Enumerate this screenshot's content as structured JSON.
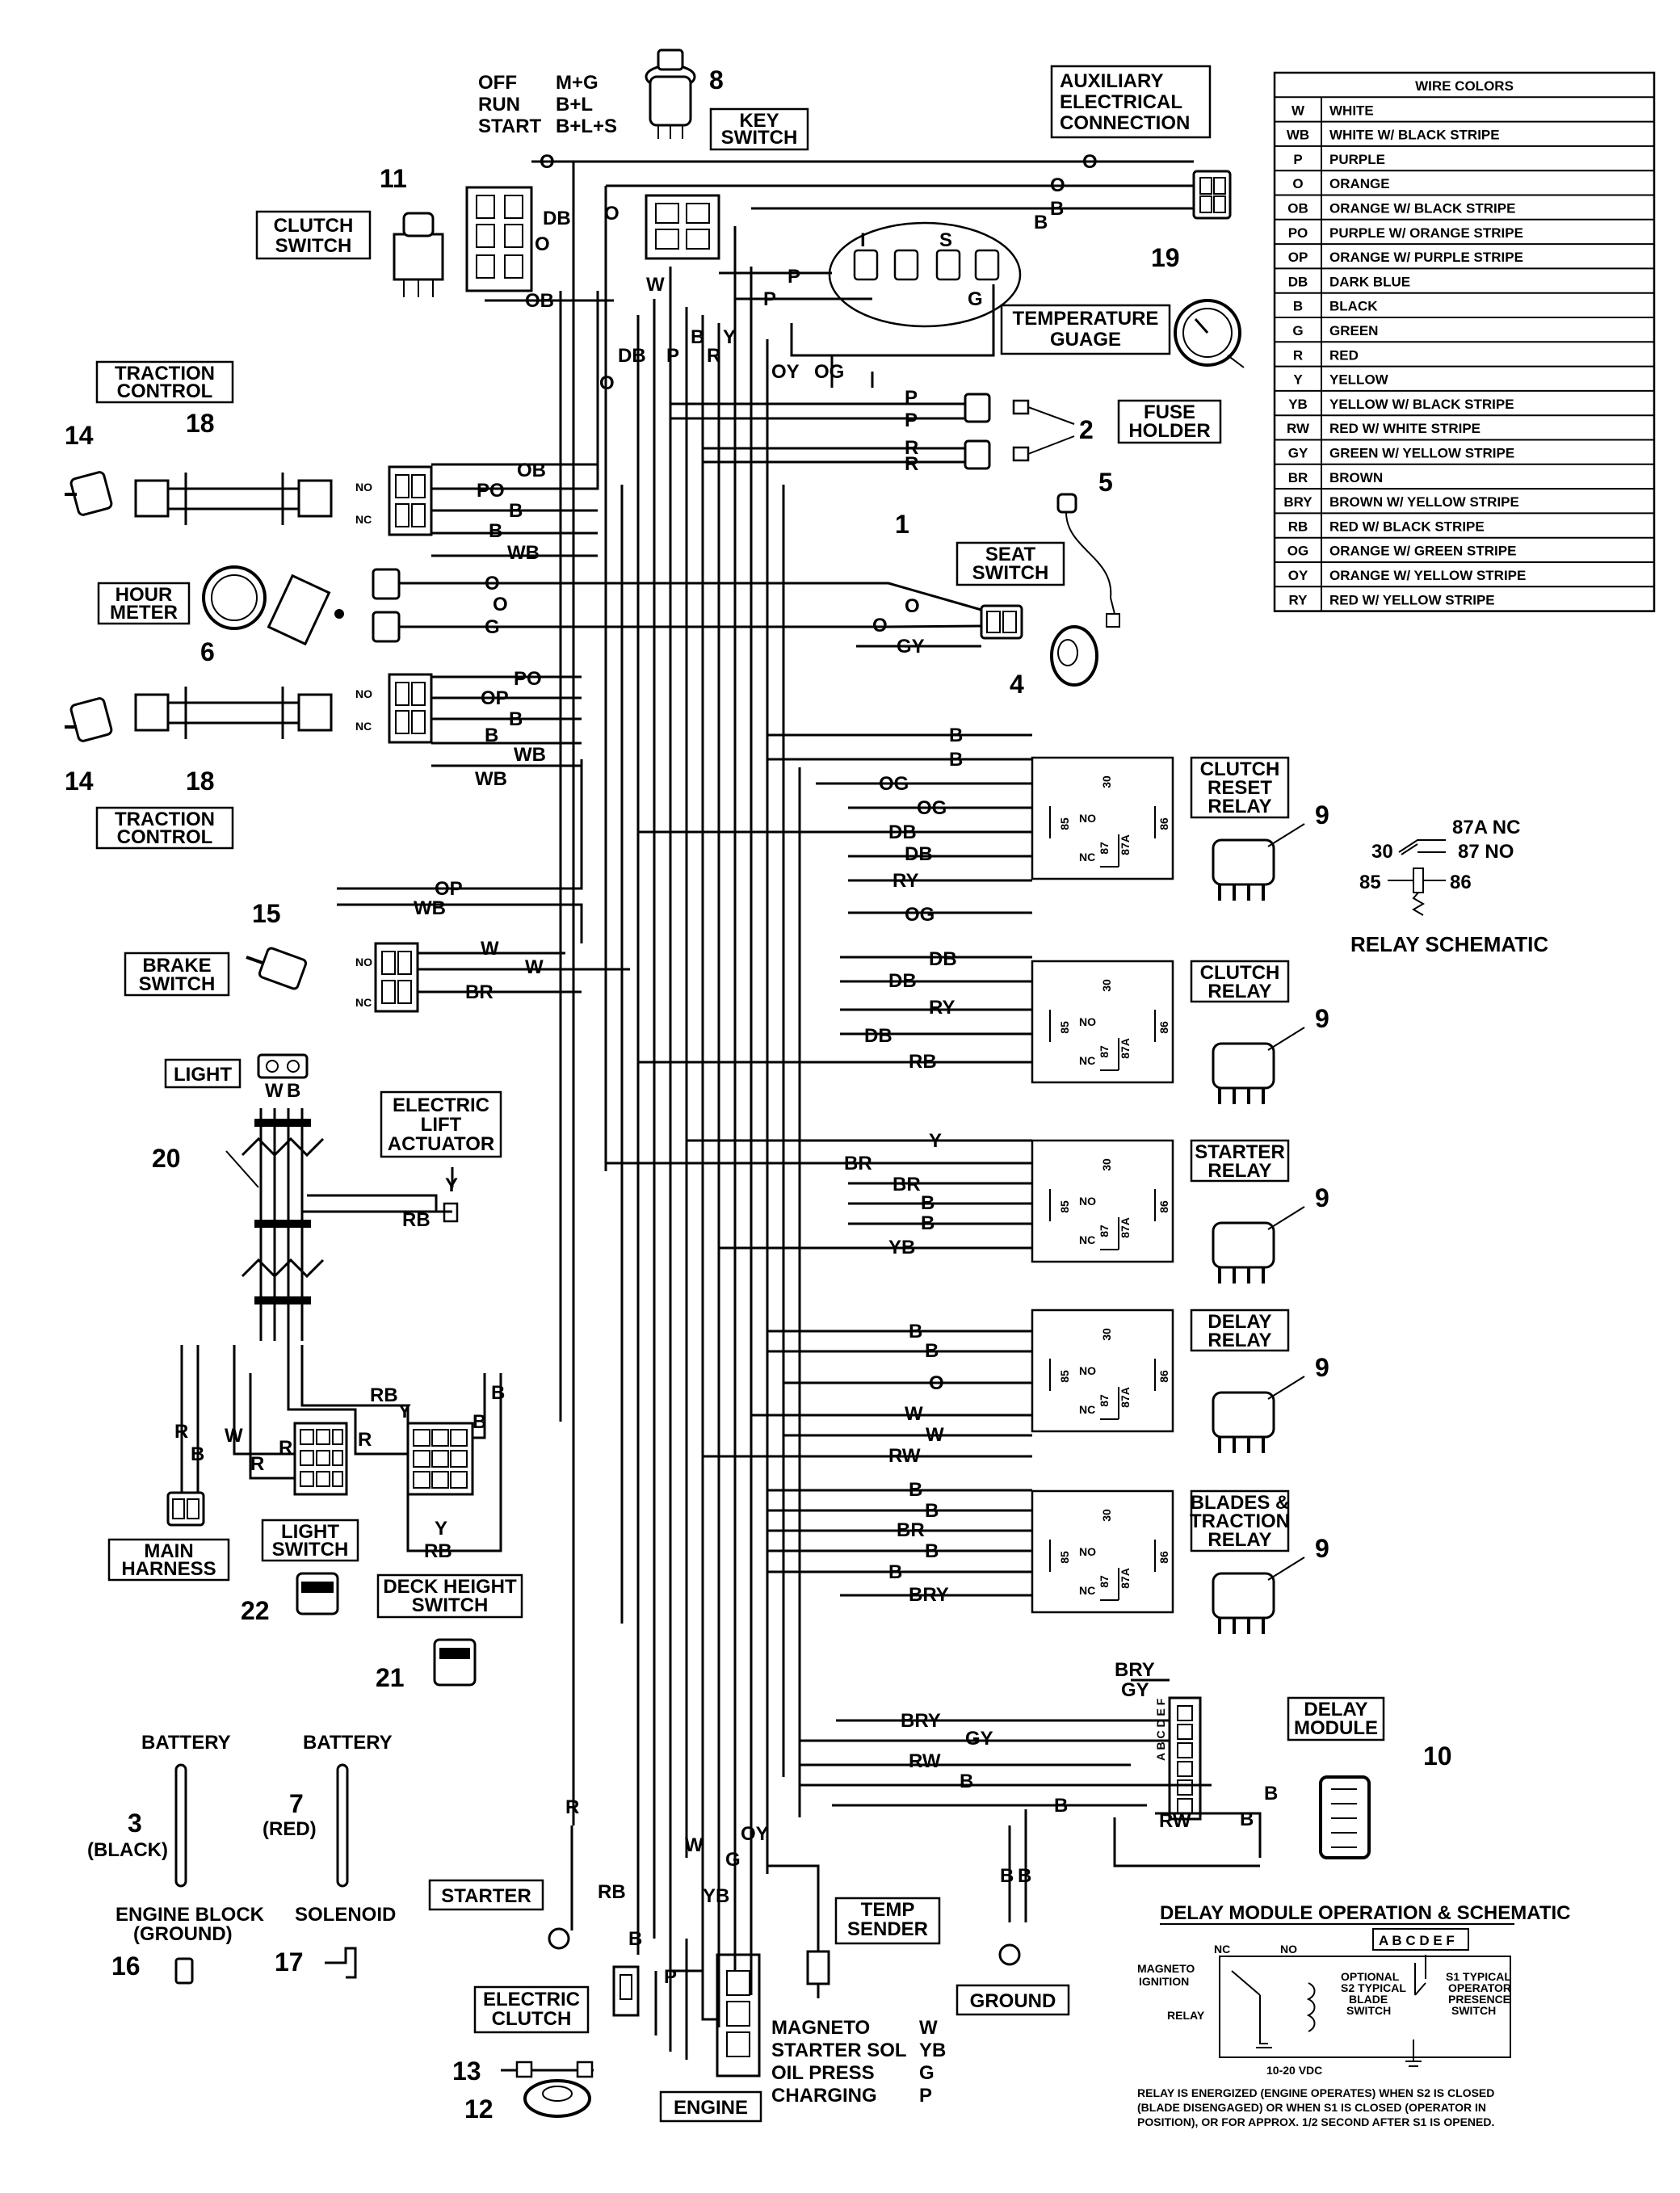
{
  "key_switch": {
    "positions": [
      {
        "pos": "OFF",
        "circuit": "M+G"
      },
      {
        "pos": "RUN",
        "circuit": "B+L"
      },
      {
        "pos": "START",
        "circuit": "B+L+S"
      }
    ],
    "label": [
      "KEY",
      "SWITCH"
    ],
    "num": "8"
  },
  "aux_connection": [
    "AUXILIARY",
    "ELECTRICAL",
    "CONNECTION"
  ],
  "wire_colors": {
    "title": "WIRE COLORS",
    "rows": [
      {
        "code": "W",
        "name": "WHITE"
      },
      {
        "code": "WB",
        "name": "WHITE W/ BLACK STRIPE"
      },
      {
        "code": "P",
        "name": "PURPLE"
      },
      {
        "code": "O",
        "name": "ORANGE"
      },
      {
        "code": "OB",
        "name": "ORANGE W/ BLACK STRIPE"
      },
      {
        "code": "PO",
        "name": "PURPLE W/ ORANGE STRIPE"
      },
      {
        "code": "OP",
        "name": "ORANGE W/ PURPLE STRIPE"
      },
      {
        "code": "DB",
        "name": "DARK BLUE"
      },
      {
        "code": "B",
        "name": "BLACK"
      },
      {
        "code": "G",
        "name": "GREEN"
      },
      {
        "code": "R",
        "name": "RED"
      },
      {
        "code": "Y",
        "name": "YELLOW"
      },
      {
        "code": "YB",
        "name": "YELLOW W/ BLACK STRIPE"
      },
      {
        "code": "RW",
        "name": "RED W/ WHITE STRIPE"
      },
      {
        "code": "GY",
        "name": "GREEN W/ YELLOW STRIPE"
      },
      {
        "code": "BR",
        "name": "BROWN"
      },
      {
        "code": "BRY",
        "name": "BROWN W/ YELLOW STRIPE"
      },
      {
        "code": "RB",
        "name": "RED W/ BLACK STRIPE"
      },
      {
        "code": "OG",
        "name": "ORANGE W/ GREEN STRIPE"
      },
      {
        "code": "OY",
        "name": "ORANGE W/ YELLOW STRIPE"
      },
      {
        "code": "RY",
        "name": "RED W/ YELLOW STRIPE"
      }
    ]
  },
  "components": {
    "clutch_switch": {
      "label": [
        "CLUTCH",
        "SWITCH"
      ],
      "num": "11"
    },
    "traction_control_top": {
      "label": [
        "TRACTION",
        "CONTROL"
      ]
    },
    "traction_control_bottom": {
      "label": [
        "TRACTION",
        "CONTROL"
      ]
    },
    "hour_meter": {
      "label": [
        "HOUR",
        "METER"
      ],
      "num": "6"
    },
    "temperature_gauge": {
      "label": [
        "TEMPERATURE",
        "GUAGE"
      ],
      "num": "19"
    },
    "fuse_holder": {
      "label": [
        "FUSE",
        "HOLDER"
      ],
      "num": "2"
    },
    "seat_switch": {
      "label": [
        "SEAT",
        "SWITCH"
      ],
      "num": "4"
    },
    "brake_switch": {
      "label": [
        "BRAKE",
        "SWITCH"
      ],
      "num": "15"
    },
    "light": {
      "label": "LIGHT"
    },
    "electric_lift_actuator": {
      "label": [
        "ELECTRIC",
        "LIFT",
        "ACTUATOR"
      ]
    },
    "main_harness": {
      "label": [
        "MAIN",
        "HARNESS"
      ]
    },
    "light_switch": {
      "label": [
        "LIGHT",
        "SWITCH"
      ],
      "num": "22"
    },
    "deck_height_switch": {
      "label": [
        "DECK HEIGHT",
        "SWITCH"
      ],
      "num": "21"
    },
    "starter": {
      "label": "STARTER"
    },
    "electric_clutch": {
      "label": [
        "ELECTRIC",
        "CLUTCH"
      ]
    },
    "temp_sender": {
      "label": [
        "TEMP",
        "SENDER"
      ]
    },
    "ground": {
      "label": "GROUND"
    },
    "engine": {
      "label": "ENGINE"
    },
    "delay_module": {
      "label": [
        "DELAY",
        "MODULE"
      ],
      "num": "10"
    }
  },
  "relays": [
    {
      "label": [
        "CLUTCH",
        "RESET",
        "RELAY"
      ],
      "num": "9"
    },
    {
      "label": [
        "CLUTCH",
        "RELAY"
      ],
      "num": "9"
    },
    {
      "label": [
        "STARTER",
        "RELAY"
      ],
      "num": "9"
    },
    {
      "label": [
        "DELAY",
        "RELAY"
      ],
      "num": "9"
    },
    {
      "label": [
        "BLADES &",
        "TRACTION",
        "RELAY"
      ],
      "num": "9"
    }
  ],
  "relay_pins": {
    "p30": "30",
    "p85": "85",
    "p86": "86",
    "p87": "87",
    "p87a": "87A",
    "no": "NO",
    "nc": "NC"
  },
  "relay_schematic": {
    "title": "RELAY SCHEMATIC",
    "top_right": "87A  NC",
    "mid_right": "87  NO",
    "left": "30",
    "bottom_left": "85",
    "bottom_right": "86"
  },
  "engine_terminals": [
    {
      "name": "MAGNETO",
      "code": "W"
    },
    {
      "name": "STARTER SOL",
      "code": "YB"
    },
    {
      "name": "OIL PRESS",
      "code": "G"
    },
    {
      "name": "CHARGING",
      "code": "P"
    }
  ],
  "cables": {
    "battery_black": {
      "top": "BATTERY",
      "num": "3",
      "color": "(BLACK)",
      "bottom": [
        "ENGINE BLOCK",
        "(GROUND)"
      ]
    },
    "battery_red": {
      "top": "BATTERY",
      "num": "7",
      "color": "(RED)",
      "bottom": "SOLENOID"
    }
  },
  "part_numbers": {
    "n1": "1",
    "n5": "5",
    "n12": "12",
    "n13": "13",
    "n14": "14",
    "n16": "16",
    "n17": "17",
    "n18": "18",
    "n20": "20"
  },
  "delay_module_schematic": {
    "title": "DELAY MODULE OPERATION & SCHEMATIC",
    "pins": "A B C D E F",
    "magneto": [
      "MAGNETO",
      "IGNITION"
    ],
    "relay": "RELAY",
    "nc": "NC",
    "no": "NO",
    "s2": [
      "OPTIONAL",
      "S2 TYPICAL",
      "BLADE",
      "SWITCH"
    ],
    "s1": [
      "S1 TYPICAL",
      "OPERATOR",
      "PRESENCE",
      "SWITCH"
    ],
    "vdc": "10-20 VDC",
    "note": [
      "RELAY IS ENERGIZED (ENGINE OPERATES) WHEN S2 IS CLOSED",
      "(BLADE DISENGAGED) OR WHEN S1 IS CLOSED (OPERATOR IN",
      "POSITION), OR FOR APPROX. 1/2 SECOND AFTER S1 IS OPENED."
    ]
  },
  "wire_labels": {
    "o": "O",
    "ob": "OB",
    "db": "DB",
    "b": "B",
    "p": "P",
    "w": "W",
    "r": "R",
    "y": "Y",
    "g": "G",
    "oy": "OY",
    "og": "OG",
    "po": "PO",
    "wb": "WB",
    "op": "OP",
    "gy": "GY",
    "br": "BR",
    "ry": "RY",
    "rb": "RB",
    "yb": "YB",
    "rw": "RW",
    "bry": "BRY",
    "i": "I",
    "s": "S",
    "nc": "NC",
    "no": "NO"
  }
}
